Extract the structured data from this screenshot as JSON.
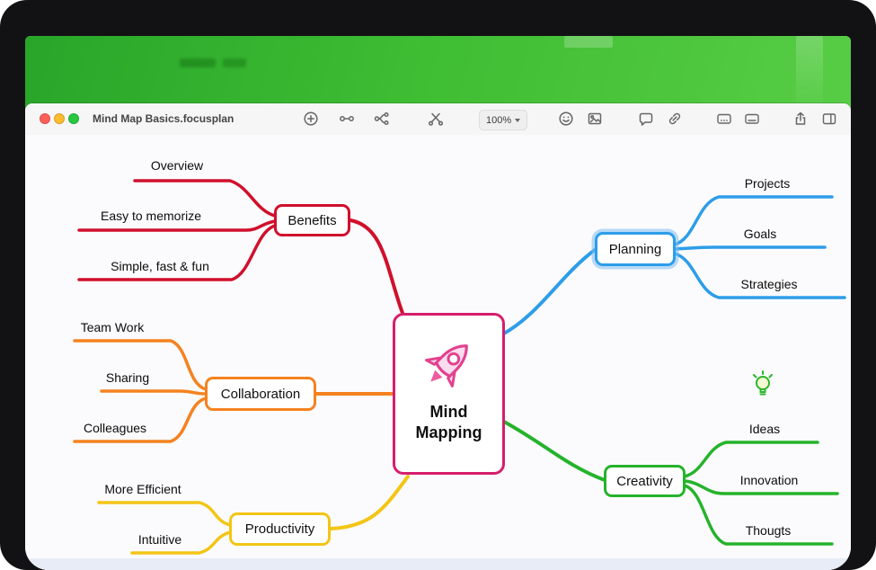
{
  "window": {
    "title": "Mind Map Basics.focusplan",
    "traffic_lights": {
      "close": "#ff5f57",
      "minimize": "#febc2e",
      "zoom": "#28c840"
    },
    "toolbar": {
      "zoom_label": "100%",
      "icons": [
        "add-topic",
        "connect-topics",
        "add-child-topic",
        "cut-topic",
        "zoom-select",
        "emoji",
        "image",
        "comment",
        "link",
        "caption",
        "notes",
        "share",
        "sidebar"
      ]
    }
  },
  "colors": {
    "red": "#d0102c",
    "orange": "#f5821f",
    "yellow": "#f3c515",
    "blue": "#2d9de9",
    "green": "#25b32b",
    "pink": "#d61e6d",
    "header_green": "#3fbd33"
  },
  "mindmap": {
    "center": {
      "label": "Mind Mapping",
      "color": "#d61e6d",
      "icon": "rocket-icon"
    },
    "branches": [
      {
        "label": "Benefits",
        "color": "#d0102c",
        "side": "left",
        "children": [
          "Overview",
          "Easy to memorize",
          "Simple, fast & fun"
        ]
      },
      {
        "label": "Collaboration",
        "color": "#f5821f",
        "side": "left",
        "children": [
          "Team Work",
          "Sharing",
          "Colleagues"
        ]
      },
      {
        "label": "Productivity",
        "color": "#f3c515",
        "side": "left",
        "children": [
          "More Efficient",
          "Intuitive"
        ]
      },
      {
        "label": "Planning",
        "color": "#2d9de9",
        "side": "right",
        "selected": true,
        "children": [
          "Projects",
          "Goals",
          "Strategies"
        ]
      },
      {
        "label": "Creativity",
        "color": "#25b32b",
        "side": "right",
        "children": [
          "Ideas",
          "Innovation",
          "Thougts"
        ],
        "child_icon": {
          "child": "Ideas",
          "name": "lightbulb-icon"
        }
      }
    ]
  }
}
